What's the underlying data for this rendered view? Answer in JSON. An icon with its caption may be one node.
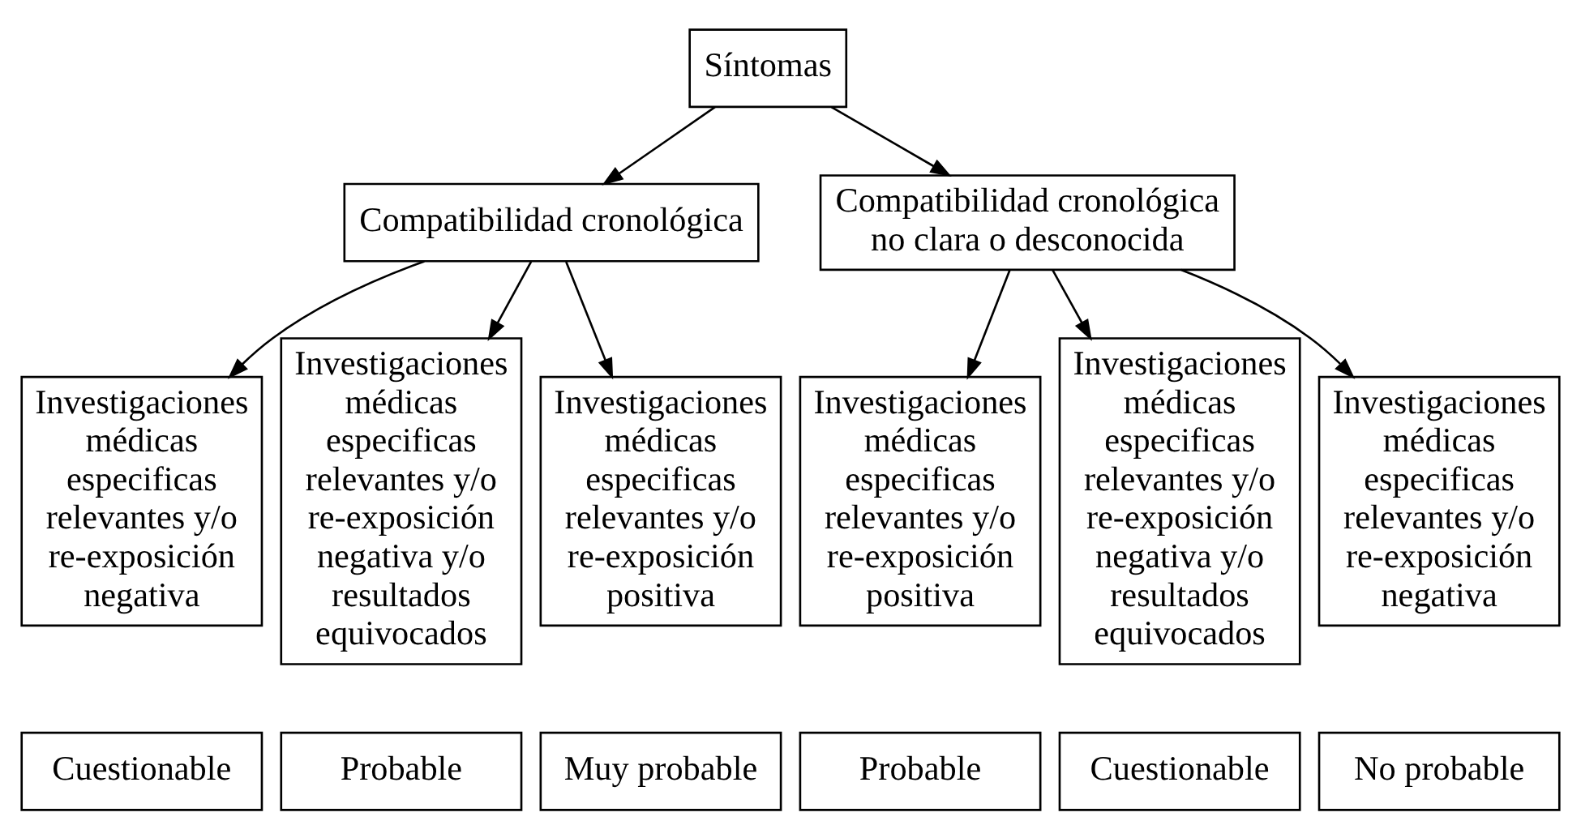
{
  "diagram": {
    "nodes": [
      {
        "text": [
          "Síntomas"
        ]
      },
      {
        "text": [
          "Compatibilidad cronológica"
        ]
      },
      {
        "text": [
          "Compatibilidad cronológica no clara o desconocida"
        ]
      },
      {
        "text": [
          "Investigaciones médicas especificas relevantes y/o re-exposición negativa"
        ]
      },
      {
        "text": [
          "Investigaciones médicas especificas relevantes y/o re-exposición negativa y/o resultados equivocados"
        ]
      },
      {
        "text": [
          "Investigaciones médicas especificas relevantes y/o re-exposición positiva"
        ]
      },
      {
        "text": [
          "Investigaciones médicas especificas relevantes y/o re-exposición positiva"
        ]
      },
      {
        "text": [
          "Investigaciones médicas especificas relevantes y/o re-exposición negativa y/o resultados equivocados"
        ]
      },
      {
        "text": [
          "Investigaciones médicas especificas relevantes y/o re-exposición negativa"
        ]
      },
      {
        "text": [
          "Cuestionable"
        ]
      },
      {
        "text": [
          "Probable"
        ]
      },
      {
        "text": [
          "Muy probable"
        ]
      },
      {
        "text": [
          "Probable"
        ]
      },
      {
        "text": [
          "Cuestionable"
        ]
      },
      {
        "text": [
          "No probable"
        ]
      }
    ],
    "edges": [
      {
        "from": 0,
        "to": 1,
        "arrow": "to"
      },
      {
        "from": 0,
        "to": 2,
        "arrow": "to"
      },
      {
        "from": 1,
        "to": 3,
        "arrow": "to"
      },
      {
        "from": 1,
        "to": 4,
        "arrow": "to"
      },
      {
        "from": 1,
        "to": 5,
        "arrow": "to"
      },
      {
        "from": 2,
        "to": 6,
        "arrow": "to"
      },
      {
        "from": 2,
        "to": 7,
        "arrow": "to"
      },
      {
        "from": 2,
        "to": 8,
        "arrow": "to"
      }
    ]
  }
}
